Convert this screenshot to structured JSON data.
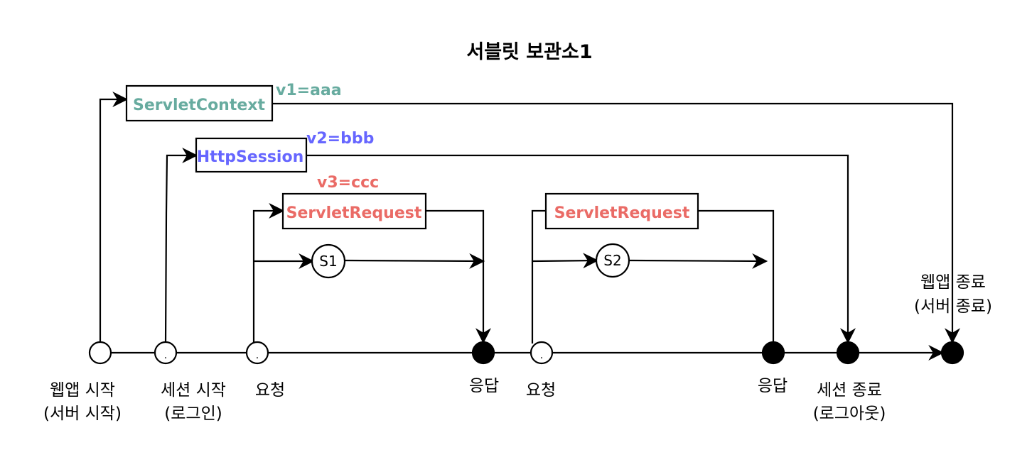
{
  "title": "서블릿 보관소1",
  "colors": {
    "context": "#67AB9F",
    "session": "#6666FF",
    "request": "#EA6B66",
    "line": "#000000"
  },
  "boxes": {
    "context": "ServletContext",
    "session": "HttpSession",
    "request1": "ServletRequest",
    "request2": "ServletRequest"
  },
  "values": {
    "v1": "v1=aaa",
    "v2": "v2=bbb",
    "v3": "v3=ccc"
  },
  "nodes": {
    "s1": "S1",
    "s2": "S2",
    "dot": "."
  },
  "events": {
    "webapp_start": [
      "웹앱 시작",
      "(서버 시작)"
    ],
    "session_start": [
      "세션 시작",
      "(로그인)"
    ],
    "request1": "요청",
    "response1": "응답",
    "request2": "요청",
    "response2": "응답",
    "session_end": [
      "세션 종료",
      "(로그아웃)"
    ],
    "webapp_end": [
      "웹앱 종료",
      "(서버 종료)"
    ]
  }
}
